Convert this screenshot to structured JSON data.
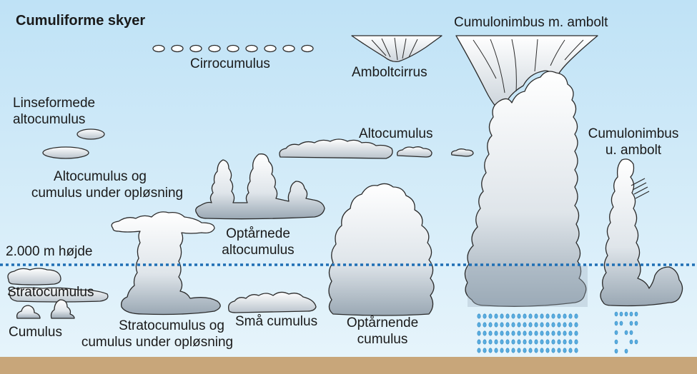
{
  "title": "Cumuliforme skyer",
  "reference_line_label": "2.000 m højde",
  "labels": {
    "cirrocumulus": "Cirrocumulus",
    "amboltcirrus": "Amboltcirrus",
    "cumulonimbus_m_ambolt": "Cumulonimbus m. ambolt",
    "linseformede_line1": "Linseformede",
    "linseformede_line2": "altocumulus",
    "altocumulus": "Altocumulus",
    "cumulonimbus_u_line1": "Cumulonimbus",
    "cumulonimbus_u_line2": "u. ambolt",
    "altocumulus_oplosning_line1": "Altocumulus og",
    "altocumulus_oplosning_line2": "cumulus under opløsning",
    "optarnede_line1": "Optårnede",
    "optarnede_line2": "altocumulus",
    "stratocumulus": "Stratocumulus",
    "cumulus": "Cumulus",
    "stratocumulus_oplosning_line1": "Stratocumulus og",
    "stratocumulus_oplosning_line2": "cumulus under opløsning",
    "sma_cumulus": "Små cumulus",
    "optarnende_line1": "Optårnende",
    "optarnende_line2": "cumulus"
  },
  "colors": {
    "sky_top": "#bfe2f6",
    "sky_bottom": "#e4f3fb",
    "ground": "#c8a67a",
    "cloud_outline": "#2b2b2b",
    "reference_line": "#1f6fb5",
    "rain": "#5aaee0"
  }
}
